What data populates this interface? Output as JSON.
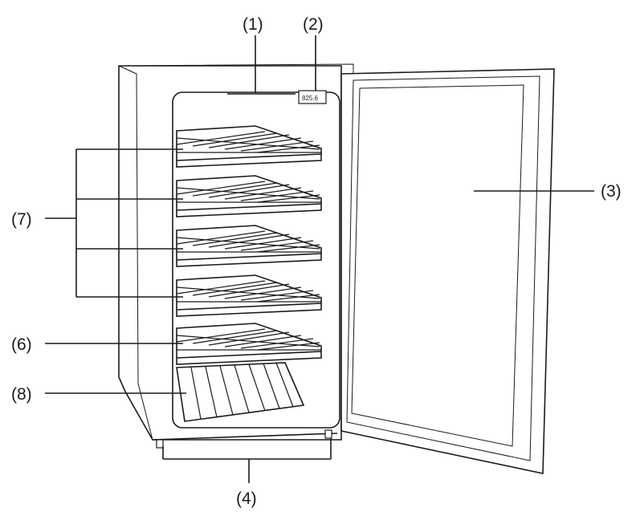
{
  "labels": {
    "interior_light": "(1)",
    "display": "(2)",
    "glass_door": "(3)",
    "adjustable_feet": "(4)",
    "bottom_shelf": "(6)",
    "wire_shelves": "(7)",
    "bottle_rack": "(8)"
  },
  "display_text": "825.6"
}
